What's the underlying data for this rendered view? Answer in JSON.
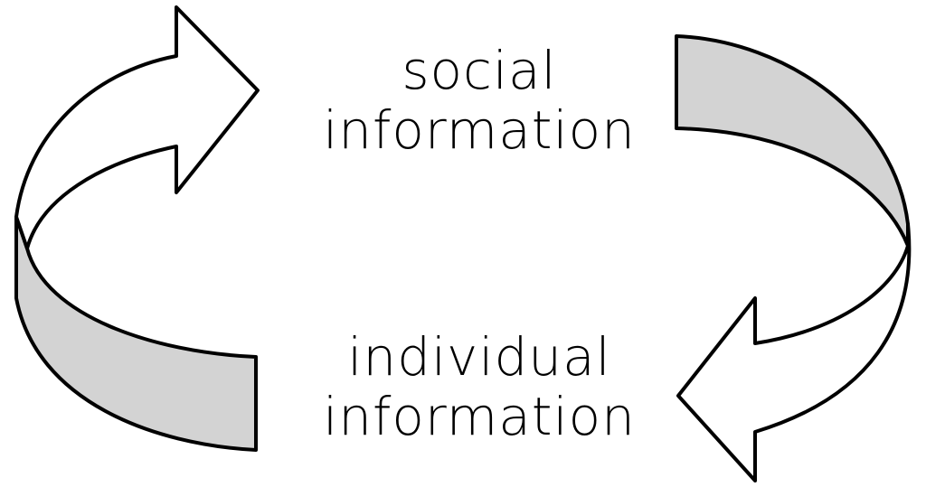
{
  "labels": {
    "social": {
      "line1": "social",
      "line2": "information"
    },
    "individual": {
      "line1": "individual",
      "line2": "information"
    }
  },
  "colors": {
    "outline": "#000000",
    "band_fill": "#d3d3d3",
    "front_fill": "#ffffff",
    "background": "#ffffff"
  },
  "arrows": [
    {
      "name": "left-loop-arrow",
      "direction": "upward-clockwise",
      "points_to": "social information"
    },
    {
      "name": "right-loop-arrow",
      "direction": "downward-clockwise",
      "points_to": "individual information"
    }
  ]
}
